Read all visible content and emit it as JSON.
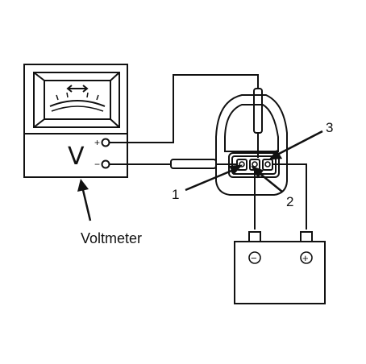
{
  "diagram": {
    "voltmeter_label": "Voltmeter",
    "meter_symbol": "V",
    "terminal_plus": "+",
    "terminal_minus": "−",
    "callouts": [
      "1",
      "2",
      "3"
    ],
    "battery_minus": "⊖",
    "battery_plus": "⊕"
  },
  "colors": {
    "ink": "#111111",
    "paper": "#ffffff"
  }
}
